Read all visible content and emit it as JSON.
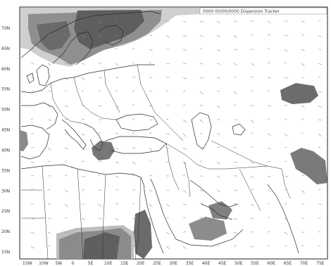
{
  "map": {
    "title": "0000 00/00/0000 Dispersion Tracker",
    "colors": {
      "background": "#ffffff",
      "land_border": "#2a2a2a",
      "shade_light": "#c9c9c9",
      "shade_mid": "#8e8e8e",
      "shade_dark": "#5c5c5c",
      "arrow": "#888888",
      "frame": "#222222"
    },
    "lat_labels": [
      "70N",
      "65N",
      "60N",
      "55N",
      "50N",
      "45N",
      "40N",
      "35N",
      "30N",
      "25N",
      "20N",
      "15N"
    ],
    "lon_labels": [
      "15W",
      "10W",
      "5W",
      "0",
      "5E",
      "10E",
      "15E",
      "20E",
      "25E",
      "30E",
      "35E",
      "40E",
      "45E",
      "50E",
      "55E",
      "60E",
      "65E",
      "70E",
      "75E"
    ]
  }
}
